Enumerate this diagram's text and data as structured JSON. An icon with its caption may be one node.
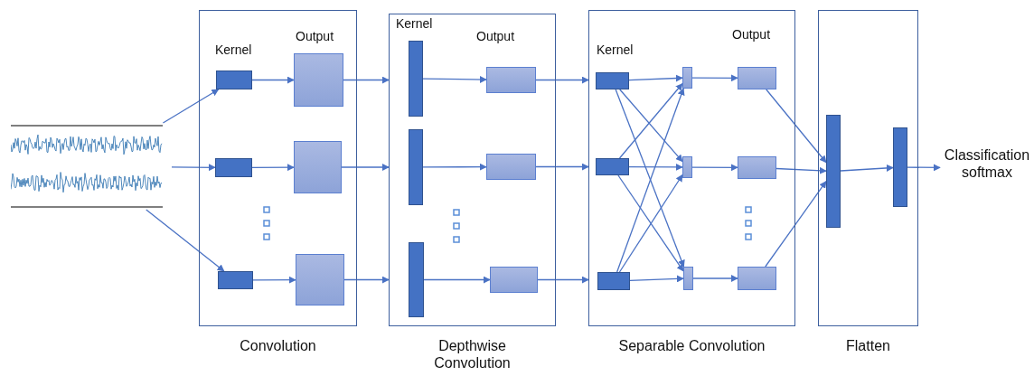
{
  "diagram": {
    "nodes": [
      {
        "text": [],
        "shape": "picture"
      },
      {
        "text": [
          "Convolution"
        ]
      },
      {
        "text": [],
        "shape": "box",
        "in": 1
      },
      {
        "text": [],
        "shape": "box",
        "in": 1
      },
      {
        "text": [],
        "shape": "box",
        "in": 1
      },
      {
        "text": [],
        "shape": "box",
        "in": 1
      },
      {
        "text": [],
        "shape": "box",
        "in": 1
      },
      {
        "text": [],
        "shape": "box",
        "in": 1
      },
      {
        "text": [
          "Depthwise Convolution"
        ]
      },
      {
        "text": [],
        "shape": "bar",
        "in": 8
      },
      {
        "text": [],
        "shape": "bar",
        "in": 8
      },
      {
        "text": [],
        "shape": "bar",
        "in": 8
      },
      {
        "text": [],
        "shape": "box",
        "in": 8
      },
      {
        "text": [],
        "shape": "box",
        "in": 8
      },
      {
        "text": [],
        "shape": "box",
        "in": 8
      },
      {
        "text": [
          "Separable Convolution"
        ]
      },
      {
        "text": [],
        "shape": "box",
        "in": 15
      },
      {
        "text": [],
        "shape": "box",
        "in": 15
      },
      {
        "text": [],
        "shape": "box",
        "in": 15
      },
      {
        "text": [],
        "shape": "bar",
        "in": 15
      },
      {
        "text": [],
        "shape": "bar",
        "in": 15
      },
      {
        "text": [],
        "shape": "bar",
        "in": 15
      },
      {
        "text": [],
        "shape": "box",
        "in": 15
      },
      {
        "text": [],
        "shape": "box",
        "in": 15
      },
      {
        "text": [],
        "shape": "box",
        "in": 15
      },
      {
        "text": [
          "Flatten"
        ]
      },
      {
        "text": [],
        "shape": "bar",
        "in": 25
      },
      {
        "text": [],
        "shape": "bar",
        "in": 25
      },
      {
        "text": [
          "Classification softmax"
        ]
      }
    ],
    "edges": [
      {
        "from": 0,
        "to": 2,
        "arrow": "to"
      },
      {
        "from": 0,
        "to": 3,
        "arrow": "to"
      },
      {
        "from": 0,
        "to": 4,
        "arrow": "to"
      },
      {
        "from": 2,
        "to": 5,
        "arrow": "to"
      },
      {
        "from": 3,
        "to": 6,
        "arrow": "to"
      },
      {
        "from": 4,
        "to": 7,
        "arrow": "to"
      },
      {
        "from": 5,
        "to": 8,
        "arrow": "to"
      },
      {
        "from": 6,
        "to": 8,
        "arrow": "to"
      },
      {
        "from": 7,
        "to": 8,
        "arrow": "to"
      },
      {
        "from": 9,
        "to": 12,
        "arrow": "to"
      },
      {
        "from": 10,
        "to": 13,
        "arrow": "to"
      },
      {
        "from": 11,
        "to": 14,
        "arrow": "to"
      },
      {
        "from": 12,
        "to": 15,
        "arrow": "to"
      },
      {
        "from": 13,
        "to": 15,
        "arrow": "to"
      },
      {
        "from": 14,
        "to": 15,
        "arrow": "to"
      },
      {
        "from": 16,
        "to": 19,
        "arrow": "to"
      },
      {
        "from": 16,
        "to": 20,
        "arrow": "to"
      },
      {
        "from": 16,
        "to": 21,
        "arrow": "to"
      },
      {
        "from": 17,
        "to": 19,
        "arrow": "to"
      },
      {
        "from": 17,
        "to": 20,
        "arrow": "to"
      },
      {
        "from": 17,
        "to": 21,
        "arrow": "to"
      },
      {
        "from": 18,
        "to": 19,
        "arrow": "to"
      },
      {
        "from": 18,
        "to": 20,
        "arrow": "to"
      },
      {
        "from": 18,
        "to": 21,
        "arrow": "to"
      },
      {
        "from": 19,
        "to": 22,
        "arrow": "to"
      },
      {
        "from": 20,
        "to": 23,
        "arrow": "to"
      },
      {
        "from": 21,
        "to": 24,
        "arrow": "to"
      },
      {
        "from": 22,
        "to": 26,
        "arrow": "to"
      },
      {
        "from": 23,
        "to": 26,
        "arrow": "to"
      },
      {
        "from": 24,
        "to": 26,
        "arrow": "to"
      },
      {
        "from": 26,
        "to": 27,
        "arrow": "to"
      },
      {
        "from": 27,
        "to": 28,
        "arrow": "to"
      }
    ],
    "labels": [
      "Kernel",
      "Output",
      "Kernel",
      "Output",
      "Kernel",
      "Output"
    ]
  }
}
